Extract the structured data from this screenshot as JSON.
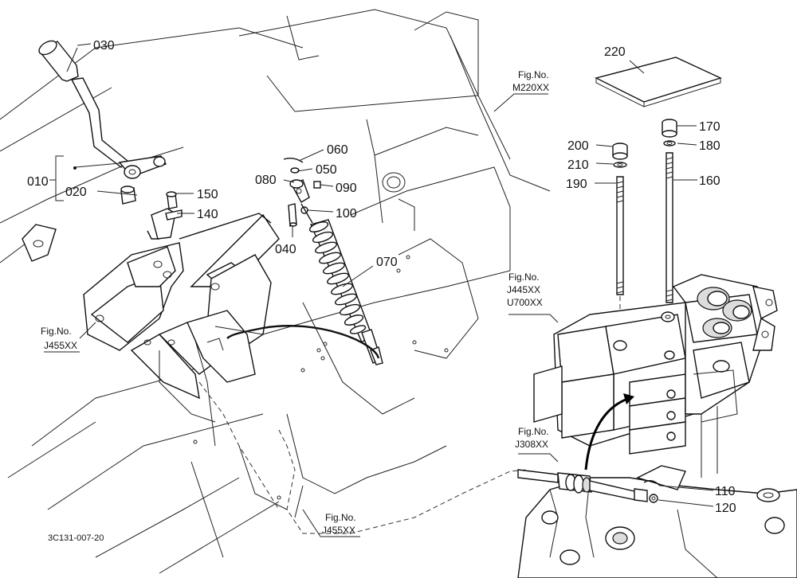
{
  "diagram": {
    "part_labels": [
      {
        "id": "p030",
        "text": "030"
      },
      {
        "id": "p010",
        "text": "010"
      },
      {
        "id": "p020",
        "text": "020"
      },
      {
        "id": "p150",
        "text": "150"
      },
      {
        "id": "p140",
        "text": "140"
      },
      {
        "id": "p060",
        "text": "060"
      },
      {
        "id": "p050",
        "text": "050"
      },
      {
        "id": "p080",
        "text": "080"
      },
      {
        "id": "p090",
        "text": "090"
      },
      {
        "id": "p100",
        "text": "100"
      },
      {
        "id": "p040",
        "text": "040"
      },
      {
        "id": "p070",
        "text": "070"
      },
      {
        "id": "p220",
        "text": "220"
      },
      {
        "id": "p200",
        "text": "200"
      },
      {
        "id": "p210",
        "text": "210"
      },
      {
        "id": "p190",
        "text": "190"
      },
      {
        "id": "p170",
        "text": "170"
      },
      {
        "id": "p180",
        "text": "180"
      },
      {
        "id": "p160",
        "text": "160"
      },
      {
        "id": "p110",
        "text": "110"
      },
      {
        "id": "p120",
        "text": "120"
      }
    ],
    "fig_refs": [
      {
        "id": "m220",
        "lines": [
          "Fig.No.",
          "M220XX"
        ]
      },
      {
        "id": "j455a",
        "lines": [
          "Fig.No.",
          "J455XX"
        ]
      },
      {
        "id": "j445",
        "lines": [
          "Fig.No.",
          "J445XX",
          "U700XX"
        ]
      },
      {
        "id": "j308",
        "lines": [
          "Fig.No.",
          "J308XX"
        ]
      },
      {
        "id": "j455b",
        "lines": [
          "Fig.No.",
          "J455XX"
        ]
      }
    ],
    "drawing_code": "3C131-007-20"
  }
}
